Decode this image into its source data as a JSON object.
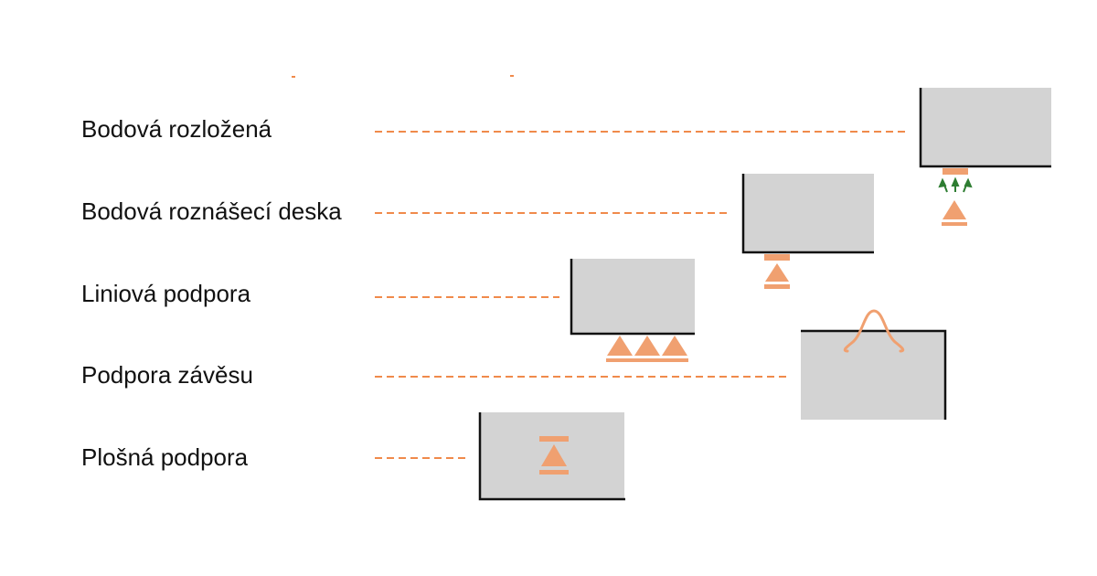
{
  "colors": {
    "accent": "#f0a070",
    "dash": "#f08a4b",
    "box_fill": "#d3d3d3",
    "box_edge": "#111111",
    "spring": "#2e7d32"
  },
  "support_types": [
    {
      "label": "Bodová rozložená",
      "icon": "distributed-point-support-icon"
    },
    {
      "label": "Bodová roznášecí deska",
      "icon": "point-support-with-plate-icon"
    },
    {
      "label": "Liniová podpora",
      "icon": "line-support-icon"
    },
    {
      "label": "Podpora závěsu",
      "icon": "hanger-support-icon"
    },
    {
      "label": "Plošná podpora",
      "icon": "surface-support-icon"
    }
  ]
}
